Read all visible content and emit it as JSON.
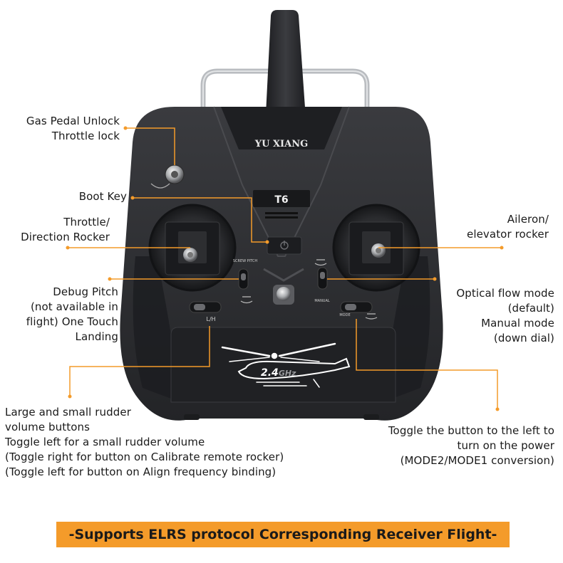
{
  "device": {
    "brand": "YU XIANG",
    "model": "T6",
    "screw_pitch_label": "SCREW PITCH",
    "manual_label": "MANUAL",
    "mode_label": "MODE",
    "lh_label": "L/H",
    "frequency_main": "2.4",
    "frequency_unit": "GHz"
  },
  "callouts": {
    "gas_pedal": [
      "Gas Pedal Unlock",
      "Throttle lock"
    ],
    "boot_key": [
      "Boot Key"
    ],
    "throttle": [
      "Throttle/",
      "Direction Rocker"
    ],
    "aileron": [
      "Aileron/",
      "elevator rocker"
    ],
    "debug": [
      "Debug Pitch",
      "(not available in",
      "flight) One Touch",
      "Landing"
    ],
    "optical": [
      "Optical flow mode",
      "(default)",
      "Manual mode",
      "(down dial)"
    ],
    "rudder": [
      "Large and small rudder",
      "volume buttons",
      "Toggle left for a small rudder volume",
      "(Toggle right for button on Calibrate remote rocker)",
      "(Toggle left for button on Align frequency binding)"
    ],
    "power": [
      "Toggle the button to the left to",
      "turn on the power",
      "(MODE2/MODE1 conversion)"
    ]
  },
  "banner": "-Supports ELRS protocol Corresponding Receiver Flight-",
  "colors": {
    "accent": "#f49b2a",
    "body": "#2b2c2f",
    "panel": "#1f2023",
    "antenna": "#2a2b2e",
    "handle": "#b9bcc0"
  }
}
